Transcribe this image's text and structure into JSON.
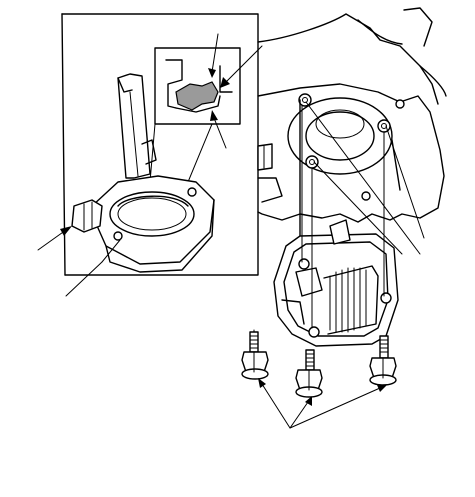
{
  "diagram": {
    "kind": "exploded-view technical illustration",
    "colors": {
      "line": "#000000",
      "background": "#ffffff",
      "highlight": "#9a9a9a"
    },
    "callouts": [
      {
        "name": "sensor-connector",
        "side": "left"
      },
      {
        "name": "o-ring",
        "side": "left"
      },
      {
        "name": "detail-notch-upper",
        "side": "top"
      },
      {
        "name": "detail-notch-right",
        "side": "top"
      },
      {
        "name": "detail-tab",
        "side": "bottom"
      },
      {
        "name": "sump-bosses",
        "side": "right"
      },
      {
        "name": "mounting-bolts",
        "side": "bottom"
      }
    ]
  }
}
